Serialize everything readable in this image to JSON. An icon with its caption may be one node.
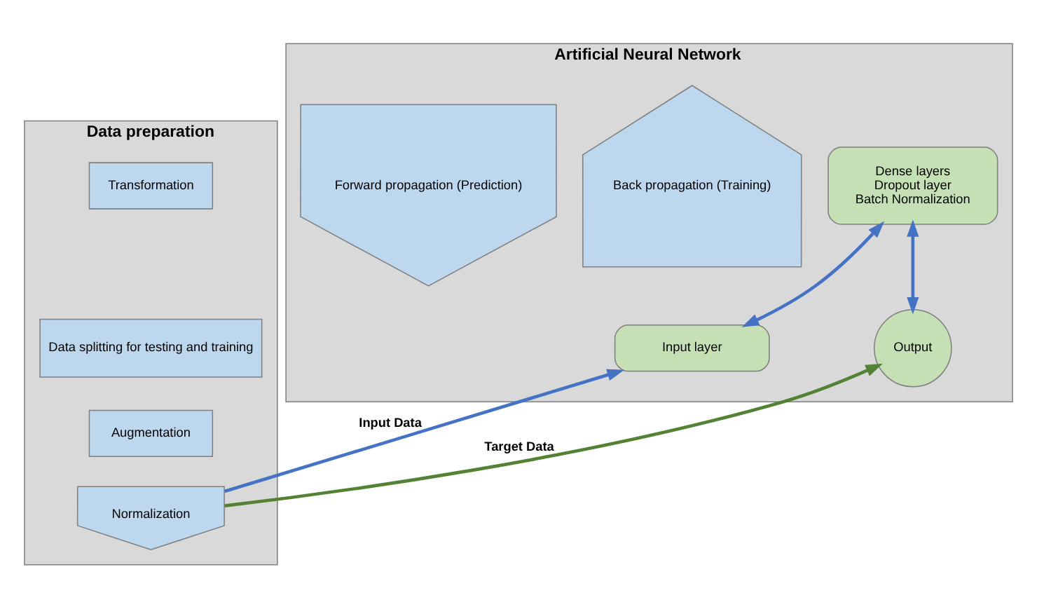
{
  "diagram": {
    "nodes": [
      {
        "text": [
          "Data preparation"
        ]
      },
      {
        "text": [
          "Transformation"
        ],
        "in": 0
      },
      {
        "text": [
          "Data splitting for testing and training"
        ],
        "in": 0
      },
      {
        "text": [
          "Augmentation"
        ],
        "in": 0
      },
      {
        "text": [
          "Normalization"
        ],
        "in": 0
      },
      {
        "text": [
          "Artificial Neural Network"
        ]
      },
      {
        "text": [
          "Back propagation (Training)"
        ],
        "in": 5
      },
      {
        "text": [
          "Input layer"
        ],
        "in": 5
      },
      {
        "text": [
          "Dense layers",
          "Dropout layer",
          "Batch Normalization"
        ],
        "in": 5
      },
      {
        "text": [
          "Output"
        ],
        "in": 5
      },
      {
        "text": [
          "Forward propagation (Prediction)"
        ],
        "in": 5
      }
    ],
    "edges": [
      {
        "from": 4,
        "to": 7,
        "arrow": "to",
        "label": "Input Data"
      },
      {
        "from": 4,
        "to": 9,
        "arrow": "to",
        "label": "Target Data",
        "color": "#548235"
      },
      {
        "from": 7,
        "to": 8,
        "arrow": "both"
      },
      {
        "from": 8,
        "to": 9,
        "arrow": "both"
      }
    ]
  }
}
